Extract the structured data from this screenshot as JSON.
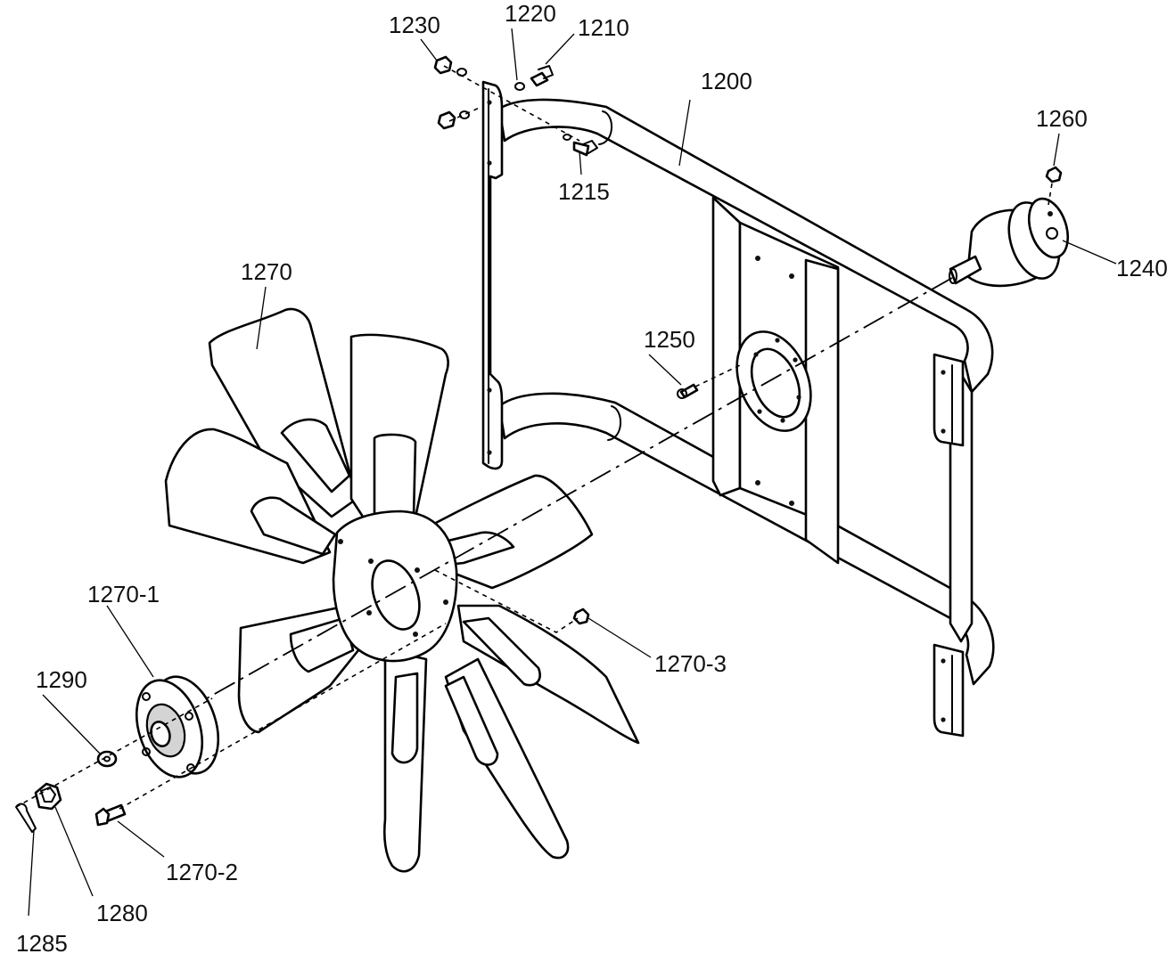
{
  "diagram": {
    "callouts": [
      {
        "id": "1200",
        "text": "1200"
      },
      {
        "id": "1210",
        "text": "1210"
      },
      {
        "id": "1215",
        "text": "1215"
      },
      {
        "id": "1220",
        "text": "1220"
      },
      {
        "id": "1230",
        "text": "1230"
      },
      {
        "id": "1240",
        "text": "1240"
      },
      {
        "id": "1250",
        "text": "1250"
      },
      {
        "id": "1260",
        "text": "1260"
      },
      {
        "id": "1270",
        "text": "1270"
      },
      {
        "id": "1270-1",
        "text": "1270-1"
      },
      {
        "id": "1270-2",
        "text": "1270-2"
      },
      {
        "id": "1270-3",
        "text": "1270-3"
      },
      {
        "id": "1280",
        "text": "1280"
      },
      {
        "id": "1285",
        "text": "1285"
      },
      {
        "id": "1290",
        "text": "1290"
      }
    ],
    "colors": {
      "line": "#000000",
      "background": "#ffffff",
      "hub_shading": "#d4d4d4"
    }
  }
}
